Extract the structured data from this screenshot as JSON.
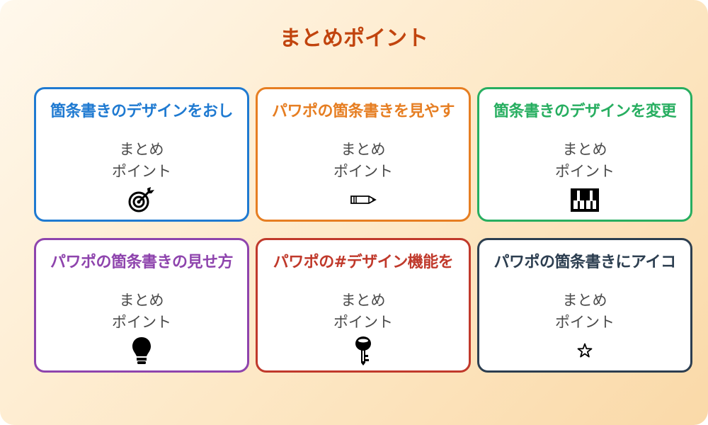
{
  "title": "まとめポイント",
  "colors": {
    "title": "#c1440e",
    "blue": "#1f7ad1",
    "orange": "#e67e22",
    "green": "#27ae60",
    "purple": "#8e44ad",
    "red": "#c0392b",
    "navy": "#2c3e50"
  },
  "cards": [
    {
      "title": "箇条書きのデザインをおし",
      "line1": "まとめ",
      "line2": "ポイント",
      "icon": "target-icon",
      "color": "#1f7ad1"
    },
    {
      "title": "パワポの箇条書きを見やす",
      "line1": "まとめ",
      "line2": "ポイント",
      "icon": "pencil-icon",
      "color": "#e67e22"
    },
    {
      "title": "箇条書きのデザインを変更",
      "line1": "まとめ",
      "line2": "ポイント",
      "icon": "piano-keys-icon",
      "color": "#27ae60"
    },
    {
      "title": "パワポの箇条書きの見せ方",
      "line1": "まとめ",
      "line2": "ポイント",
      "icon": "lightbulb-icon",
      "color": "#8e44ad"
    },
    {
      "title": "パワポの#デザイン機能を",
      "line1": "まとめ",
      "line2": "ポイント",
      "icon": "key-icon",
      "color": "#c0392b"
    },
    {
      "title": "パワポの箇条書きにアイコ",
      "line1": "まとめ",
      "line2": "ポイント",
      "icon": "star-icon",
      "color": "#2c3e50"
    }
  ]
}
